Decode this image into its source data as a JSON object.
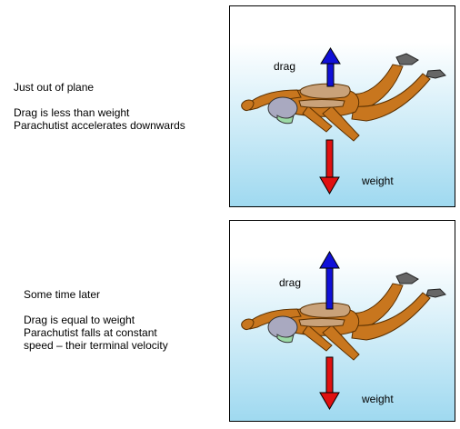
{
  "panels": [
    {
      "caption": {
        "heading": "Just out of plane",
        "lines": [
          "Drag is less than weight",
          "Parachutist accelerates downwards"
        ]
      },
      "labels": {
        "up": "drag",
        "down": "weight"
      },
      "forces": {
        "drag_relative": "less than weight"
      }
    },
    {
      "caption": {
        "heading": "Some time later",
        "lines": [
          "Drag is equal to weight",
          "Parachutist falls at constant",
          "speed – their terminal velocity"
        ]
      },
      "labels": {
        "up": "drag",
        "down": "weight"
      },
      "forces": {
        "drag_relative": "equal to weight"
      }
    }
  ],
  "colors": {
    "drag_arrow": "#1010d8",
    "weight_arrow": "#e01010",
    "suit": "#c8761e",
    "pack": "#c9a27a",
    "helmet": "#a9a9c0",
    "boots": "#555555",
    "sky": "#9fd9f0"
  },
  "icons": {
    "up": "up-arrow-icon",
    "down": "down-arrow-icon",
    "figure": "skydiver-figure"
  }
}
